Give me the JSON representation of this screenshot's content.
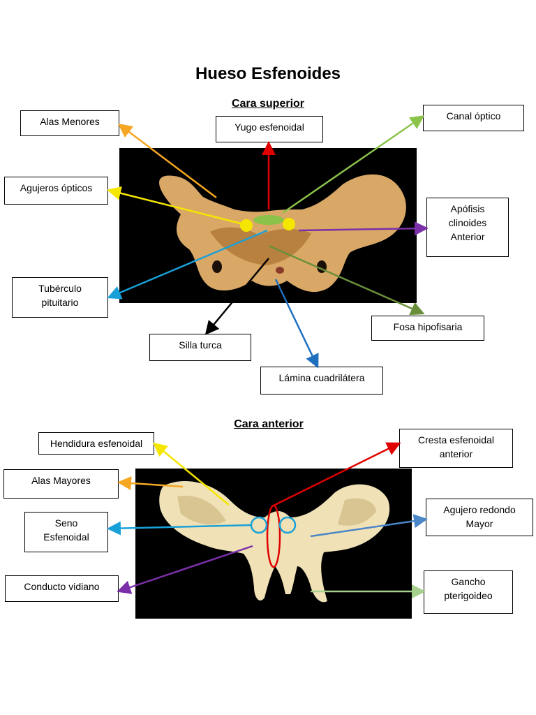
{
  "title": "Hueso Esfenoides",
  "superior": {
    "heading": "Cara superior",
    "labels": {
      "alas_menores": "Alas Menores",
      "yugo": "Yugo esfenoidal",
      "canal_optico": "Canal óptico",
      "agujeros_opticos": "Agujeros ópticos",
      "apofisis_1": "Apófisis",
      "apofisis_2": "clinoides",
      "apofisis_3": "Anterior",
      "tuberculo_1": "Tubérculo",
      "tuberculo_2": "pituitario",
      "fosa": "Fosa hipofisaria",
      "silla": "Silla turca",
      "lamina": "Lámina cuadrilátera"
    }
  },
  "anterior": {
    "heading": "Cara anterior ",
    "labels": {
      "hendidura": "Hendidura esfenoidal",
      "cresta_1": "Cresta esfenoidal",
      "cresta_2": "anterior",
      "alas_mayores": "Alas Mayores",
      "agujero_1": "Agujero redondo",
      "agujero_2": "Mayor",
      "seno_1": "Seno",
      "seno_2": "Esfenoidal",
      "conducto": "Conducto vidiano",
      "gancho_1": "Gancho",
      "gancho_2": "pterigoideo"
    }
  },
  "colors": {
    "yellow": "#f5e600",
    "orange": "#f5a623",
    "red": "#e00000",
    "light_green": "#8bc34a",
    "purple": "#7b2fa8",
    "cyan": "#1aa0d8",
    "black": "#000000",
    "olive_green": "#6a8f3a",
    "blue": "#1f6fbf",
    "steel_blue": "#4a86c8",
    "pale_green": "#a8d08d",
    "bone": "#d9a866"
  }
}
